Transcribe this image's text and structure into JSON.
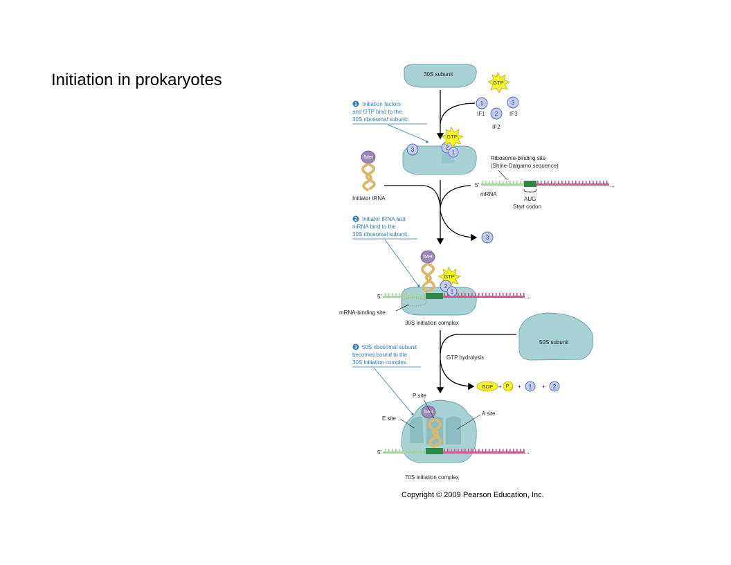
{
  "slide": {
    "title": "Initiation in prokaryotes",
    "copyright": "Copyright © 2009 Pearson Education, Inc."
  },
  "figure": {
    "subunit_30s": "30S subunit",
    "subunit_50s": "50S subunit",
    "gtp": "GTP",
    "gdp": "GDP",
    "pi": "P",
    "pi_sub": "i",
    "plus": "+",
    "factor_1": "1",
    "factor_2": "2",
    "factor_3": "3",
    "if1": "IF1",
    "if2": "IF2",
    "if3": "IF3",
    "fmet": "fMet",
    "initiator_trna": "Initiator tRNA",
    "five_prime": "5′",
    "ellipsis": "...",
    "mrna": "mRNA",
    "rbs_line1": "Ribosome-binding site",
    "rbs_line2": "(Shine-Dalgarno sequence)",
    "aug": "AUG",
    "start_codon": "Start codon",
    "mrna_binding_site": "mRNA-binding site",
    "complex_30s": "30S initiation complex",
    "complex_70s": "70S initiation complex",
    "gtp_hydrolysis": "GTP hydrolysis",
    "p_site": "P site",
    "e_site": "E site",
    "a_site": "A site",
    "steps": [
      {
        "num": "1",
        "lines": [
          "Initiation factors",
          "and GTP bind to the",
          "30S ribosomal subunit."
        ]
      },
      {
        "num": "2",
        "lines": [
          "Initiator tRNA and",
          "mRNA bind to the",
          "30S ribosomal subunit."
        ]
      },
      {
        "num": "3",
        "lines": [
          "50S ribosomal subunit",
          "becomes bound to the",
          "30S initiation complex."
        ]
      }
    ]
  }
}
